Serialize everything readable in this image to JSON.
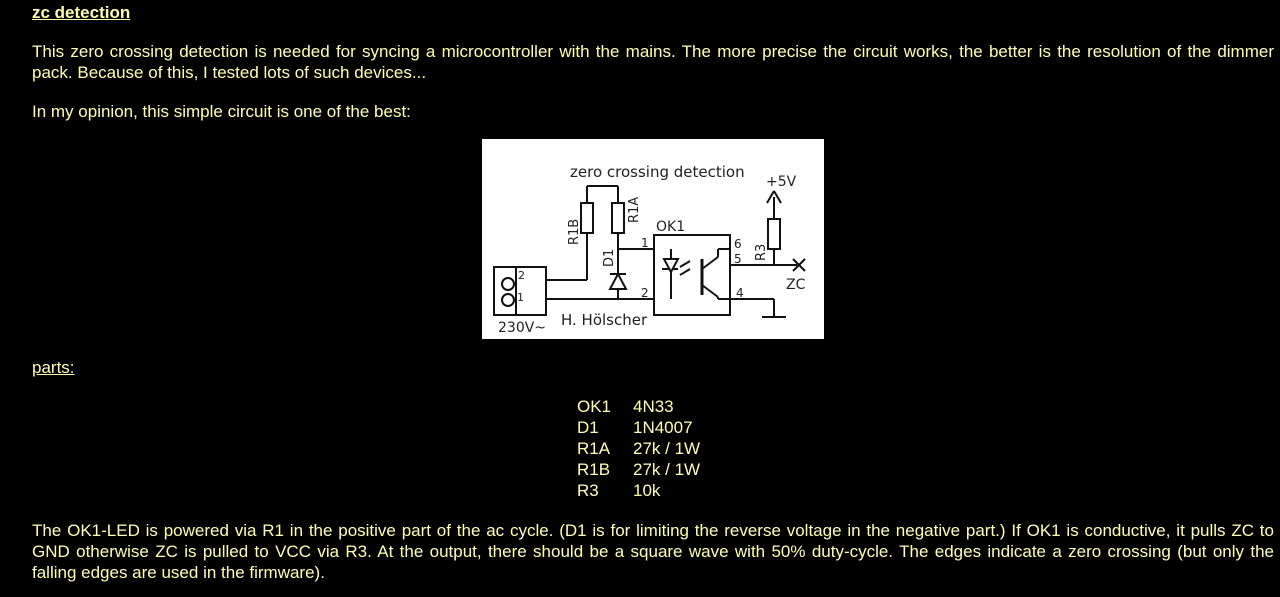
{
  "heading": "zc detection",
  "intro": "This zero crossing detection is needed for syncing a microcontroller with the mains. The more precise the circuit works, the better is the resolution of the dimmer pack. Because of this, I tested lots of such devices...",
  "opinion": "In my opinion, this simple circuit is one of the best:",
  "schematic": {
    "title": "zero crossing detection",
    "supply": "+5V",
    "ok1": "OK1",
    "r1a": "R1A",
    "r1b": "R1B",
    "r3": "R3",
    "d1": "D1",
    "zc": "ZC",
    "pin1": "1",
    "pin2": "2",
    "pin4": "4",
    "pin5": "5",
    "pin6": "6",
    "term1": "1",
    "term2": "2",
    "mains": "230V~",
    "author": "H. Hölscher"
  },
  "parts_title": "parts:",
  "parts": [
    {
      "ref": "OK1",
      "value": "4N33"
    },
    {
      "ref": "D1",
      "value": "1N4007"
    },
    {
      "ref": "R1A",
      "value": "27k / 1W"
    },
    {
      "ref": "R1B",
      "value": "27k / 1W"
    },
    {
      "ref": "R3",
      "value": "10k"
    }
  ],
  "explanation": "The OK1-LED is powered via R1 in the positive part of the ac cycle. (D1 is for limiting the reverse voltage in the negative part.) If OK1 is conductive, it pulls ZC to GND otherwise ZC is pulled to VCC via R3. At the output, there should be a square wave with 50% duty-cycle. The edges indicate a zero crossing (but only the falling edges are used in the firmware)."
}
